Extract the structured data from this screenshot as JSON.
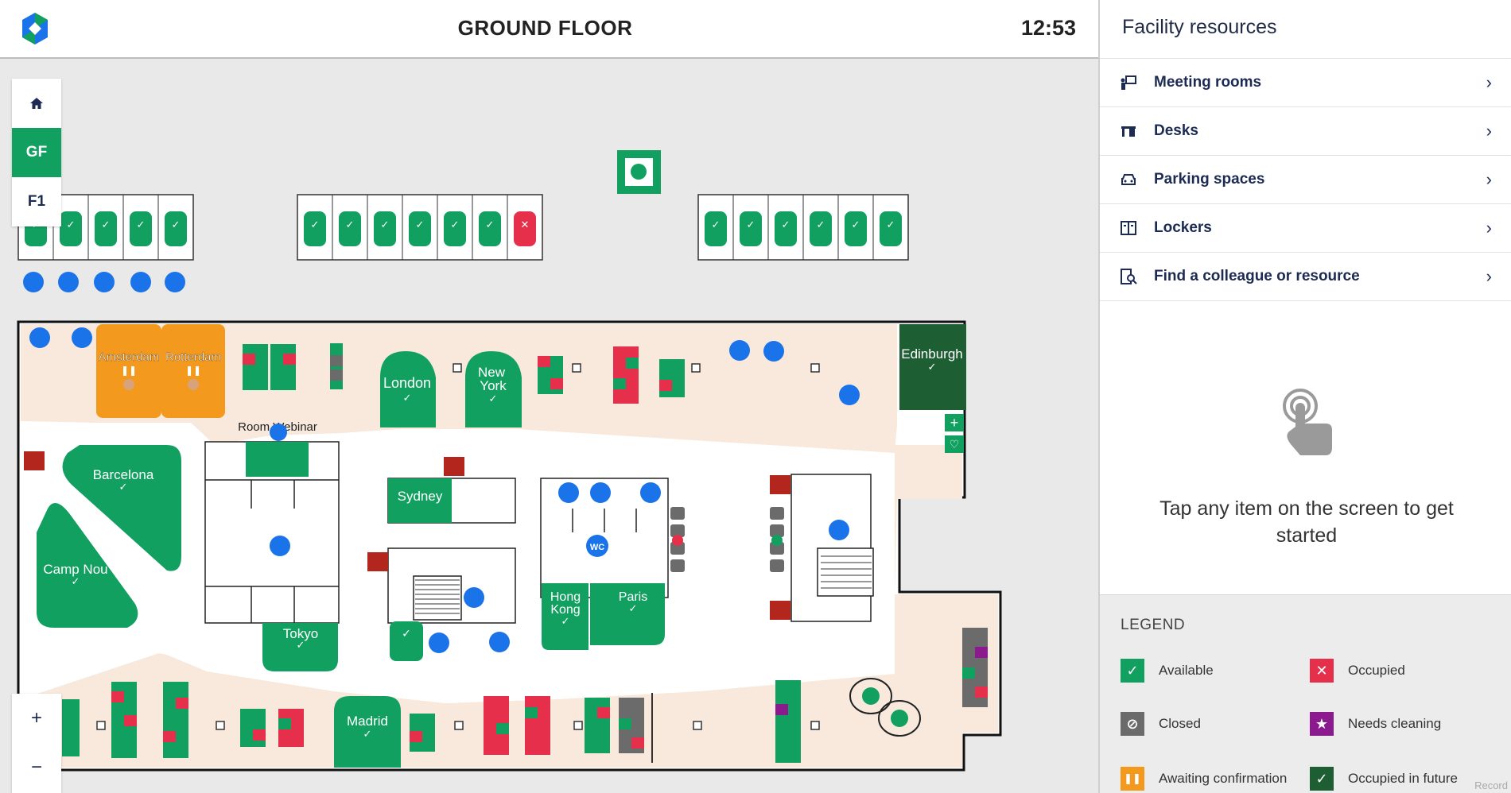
{
  "header": {
    "floor_title": "GROUND FLOOR",
    "clock": "12:53"
  },
  "floor_nav": {
    "home_icon": "home-icon",
    "floors": [
      "GF",
      "F1"
    ],
    "active": "GF"
  },
  "zoom": {
    "in": "+",
    "out": "−"
  },
  "map": {
    "rooms": {
      "amsterdam": "Amsterdam",
      "rotterdam": "Rotterdam",
      "london": "London",
      "new_york": "New York",
      "edinburgh": "Edinburgh",
      "barcelona": "Barcelona",
      "camp_nou": "Camp Nou",
      "room_webinar": "Room Webinar",
      "sydney": "Sydney",
      "tokyo": "Tokyo",
      "hong_kong": "Hong Kong",
      "paris": "Paris",
      "madrid": "Madrid"
    },
    "wc_label": "WC",
    "parking_row1": [
      "available",
      "available",
      "available",
      "available",
      "available"
    ],
    "parking_row2": [
      "available",
      "available",
      "available",
      "available",
      "available",
      "available",
      "occupied"
    ],
    "parking_row3": [
      "available",
      "available",
      "available",
      "available",
      "available",
      "available"
    ],
    "colors": {
      "available": "#12a061",
      "occupied": "#e6304b",
      "closed": "#6b6b6b",
      "needs_cleaning": "#8b1a8f",
      "awaiting": "#f39a1e",
      "occupied_future": "#1e5e33",
      "floor_beige": "#f8e9dc",
      "icon_blue": "#1a73e8",
      "fire_red": "#b3261e"
    }
  },
  "panel": {
    "title": "Facility resources",
    "items": [
      {
        "label": "Meeting rooms",
        "icon": "meeting-room-icon"
      },
      {
        "label": "Desks",
        "icon": "desk-icon"
      },
      {
        "label": "Parking spaces",
        "icon": "car-icon"
      },
      {
        "label": "Lockers",
        "icon": "locker-icon"
      },
      {
        "label": "Find a colleague or resource",
        "icon": "find-icon"
      }
    ],
    "hint": "Tap any item on the screen to get started"
  },
  "legend": {
    "title": "LEGEND",
    "items": [
      {
        "label": "Available",
        "color": "#12a061",
        "icon": "check-icon"
      },
      {
        "label": "Occupied",
        "color": "#e6304b",
        "icon": "cross-icon"
      },
      {
        "label": "Closed",
        "color": "#6b6b6b",
        "icon": "ban-icon"
      },
      {
        "label": "Needs cleaning",
        "color": "#8b1a8f",
        "icon": "star-icon"
      },
      {
        "label": "Awaiting confirmation",
        "color": "#f39a1e",
        "icon": "pause-icon"
      },
      {
        "label": "Occupied in future",
        "color": "#1e5e33",
        "icon": "check-icon"
      }
    ]
  },
  "watermark": "Record"
}
